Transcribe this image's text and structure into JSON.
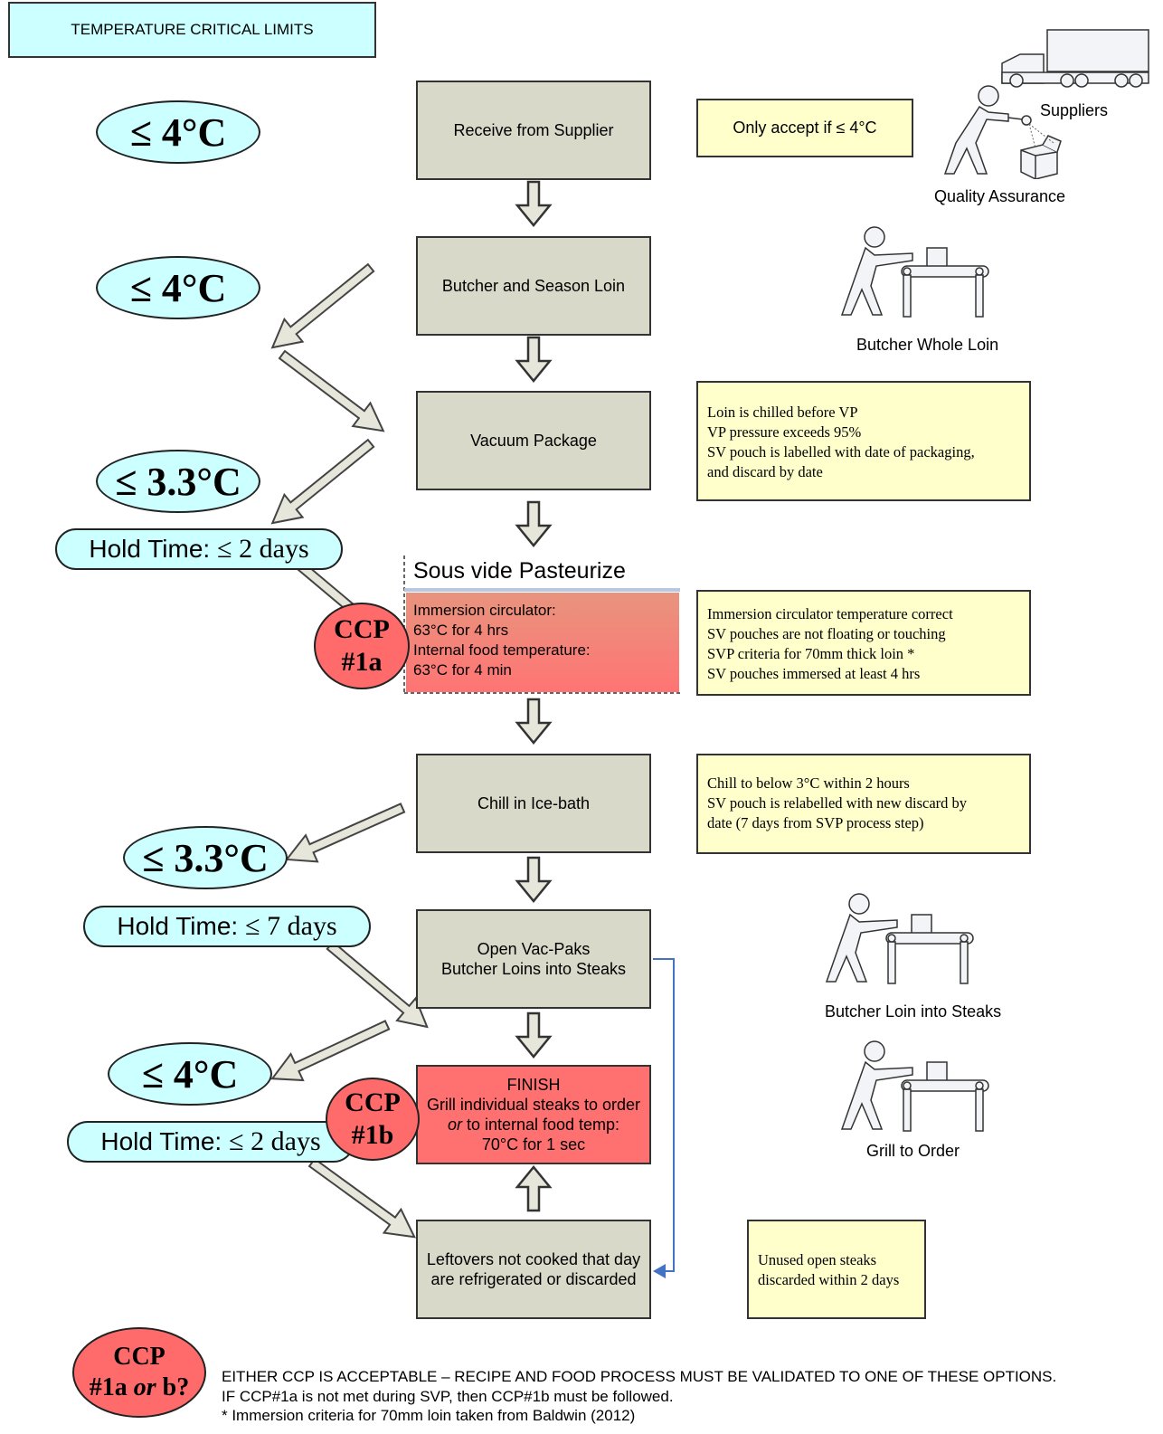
{
  "title": "TEMPERATURE CRITICAL LIMITS",
  "steps": {
    "receive": "Receive from Supplier",
    "butcher_season": "Butcher and Season Loin",
    "vacuum": "Vacuum Package",
    "chill": "Chill in Ice-bath",
    "open_line1": "Open Vac-Paks",
    "open_line2": "Butcher Loins into Steaks",
    "leftovers_line1": "Leftovers not cooked that day",
    "leftovers_line2": "are refrigerated or discarded"
  },
  "sous_vide": {
    "heading": "Sous vide Pasteurize",
    "line1": "Immersion circulator:",
    "line2": "63°C for 4 hrs",
    "line3": "Internal food temperature:",
    "line4": "63°C for 4 min"
  },
  "finish": {
    "line1": "FINISH",
    "line2": "Grill individual steaks to order",
    "line3_em": "or",
    "line3_rest": " to internal food temp:",
    "line4": "70°C for 1 sec"
  },
  "notes": {
    "accept": "Only accept if ≤ 4°C",
    "vacuum": [
      "Loin is chilled before VP",
      "VP pressure exceeds 95%",
      "SV pouch is labelled with date of packaging,",
      "and discard by date"
    ],
    "sous_vide": [
      "Immersion circulator temperature correct",
      "SV pouches are not floating or touching",
      "SVP criteria for 70mm thick loin *",
      "SV pouches immersed at least 4 hrs"
    ],
    "chill": [
      "Chill to below 3°C within 2 hours",
      "SV pouch is relabelled with new discard by",
      "date (7 days from SVP process step)"
    ],
    "unused": [
      "Unused open steaks",
      "discarded within 2 days"
    ]
  },
  "temps": {
    "t1": "≤ 4°C",
    "t2": "≤ 4°C",
    "t3": "≤ 3.3°C",
    "t4": "≤ 3.3°C",
    "t5": "≤ 4°C"
  },
  "holds": {
    "label": "Hold Time:",
    "h1": "≤ 2 days",
    "h2": "≤ 7 days",
    "h3": "≤ 2 days"
  },
  "ccp": {
    "a_line1": "CCP",
    "a_line2": "#1a",
    "b_line1": "CCP",
    "b_line2": "#1b",
    "legend_line1": "CCP",
    "legend_a": "#1a",
    "legend_or": "or",
    "legend_b": "b?"
  },
  "illustrations": {
    "suppliers": "Suppliers",
    "qa": "Quality Assurance",
    "butcher_whole": "Butcher Whole Loin",
    "butcher_steaks": "Butcher Loin into Steaks",
    "grill": "Grill to Order"
  },
  "footer": {
    "line1": "EITHER CCP IS ACCEPTABLE – RECIPE AND FOOD PROCESS MUST BE VALIDATED TO ONE OF THESE OPTIONS.",
    "line2": "IF CCP#1a is not met during SVP, then CCP#1b must be followed.",
    "line3": "* Immersion criteria for 70mm loin taken from Baldwin (2012)"
  },
  "colors": {
    "step_fill": "#d8d9c8",
    "critical_fill": "#ff7070",
    "temp_fill": "#ccffff",
    "note_fill": "#ffffcc",
    "ccp_fill": "#ff6b6b",
    "connector": "#4472c4"
  }
}
